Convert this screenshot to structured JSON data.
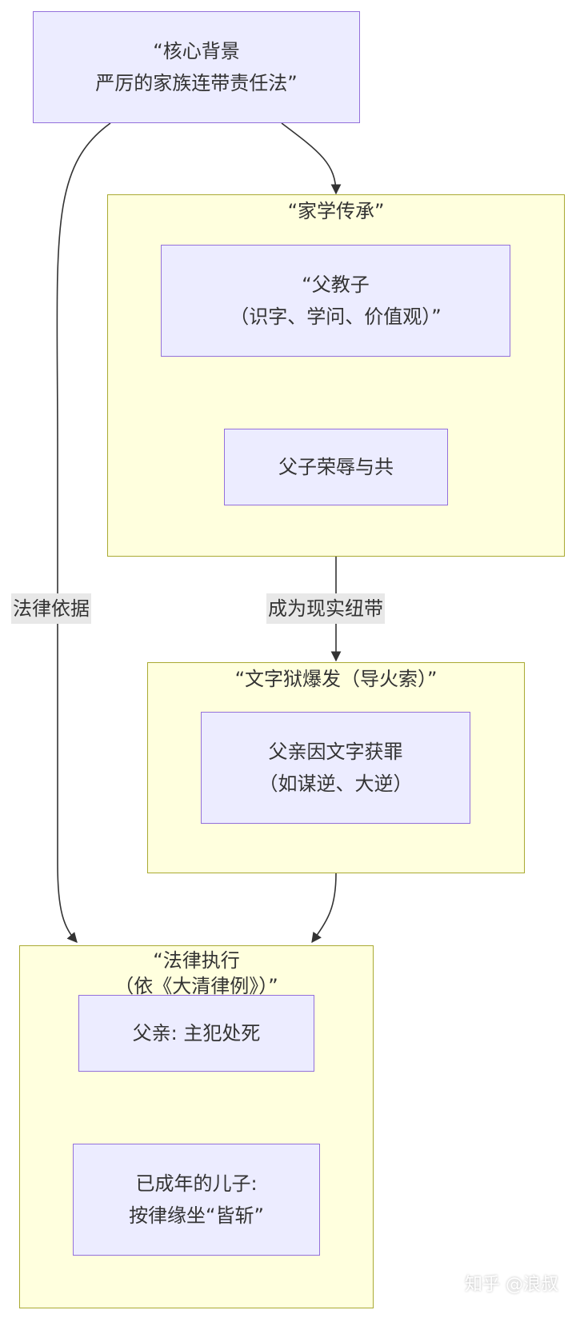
{
  "nodes": {
    "core_background": "“核心背景\n严厉的家族连带责任法”",
    "father_teaches": "“父教子\n（识字、学问、价值观）”",
    "shared_honor": "父子荣辱与共",
    "father_convicted": "父亲因文字获罪\n（如谋逆、大逆）",
    "father_executed": "父亲: 主犯处死",
    "adult_sons": "已成年的儿子:\n按律缘坐“皆斩”"
  },
  "clusters": {
    "family_learning": "“家学传承”",
    "literary_inquisition": "“文字狱爆发（导火索）”",
    "law_enforcement": "“法律执行\n（依《大清律例》）”"
  },
  "edges": {
    "legal_basis": "法律依据",
    "real_bond": "成为现实纽带"
  },
  "watermark": "知乎 @浪叔",
  "colors": {
    "node_fill": "#ececff",
    "node_border": "#9370db",
    "cluster_fill": "#ffffde",
    "cluster_border": "#aaaa33",
    "edge_stroke": "#333333",
    "edge_label_bg": "#e8e8e8"
  }
}
